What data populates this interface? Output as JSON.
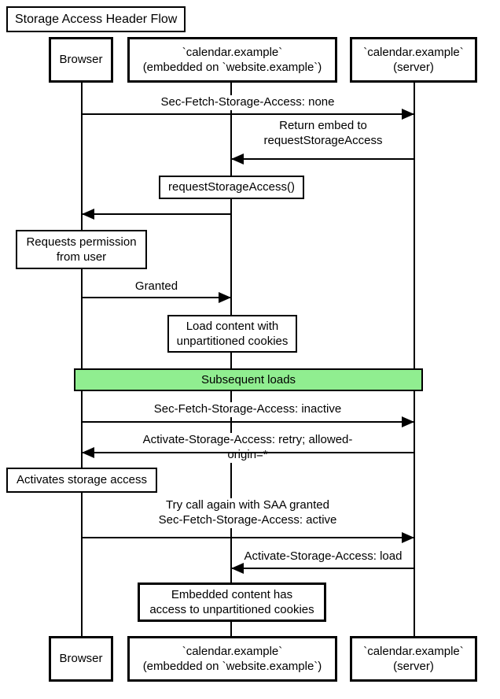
{
  "title": "Storage Access Header Flow",
  "colors": {
    "line": "#000000",
    "band_bg": "#90ee90",
    "note_bg": "#ffffff",
    "background": "#ffffff"
  },
  "participants": {
    "browser": "Browser",
    "embed": "`calendar.example`\n(embedded on `website.example`)",
    "server": "`calendar.example`\n(server)"
  },
  "messages": {
    "sec_fetch_none": "Sec-Fetch-Storage-Access: none",
    "return_embed": "Return embed to\nrequestStorageAccess",
    "granted": "Granted",
    "sec_fetch_inactive": "Sec-Fetch-Storage-Access: inactive",
    "activate_retry": "Activate-Storage-Access: retry; allowed-origin=*",
    "try_again": "Try call again with SAA granted\nSec-Fetch-Storage-Access: active",
    "activate_load": "Activate-Storage-Access: load"
  },
  "notes": {
    "request_storage_access": "requestStorageAccess()",
    "requests_permission": "Requests permission\nfrom user",
    "load_content": "Load content with\nunpartitioned cookies",
    "activates_storage": "Activates storage access",
    "embedded_content": "Embedded content has\naccess to unpartitioned cookies"
  },
  "band": {
    "label": "Subsequent loads"
  }
}
